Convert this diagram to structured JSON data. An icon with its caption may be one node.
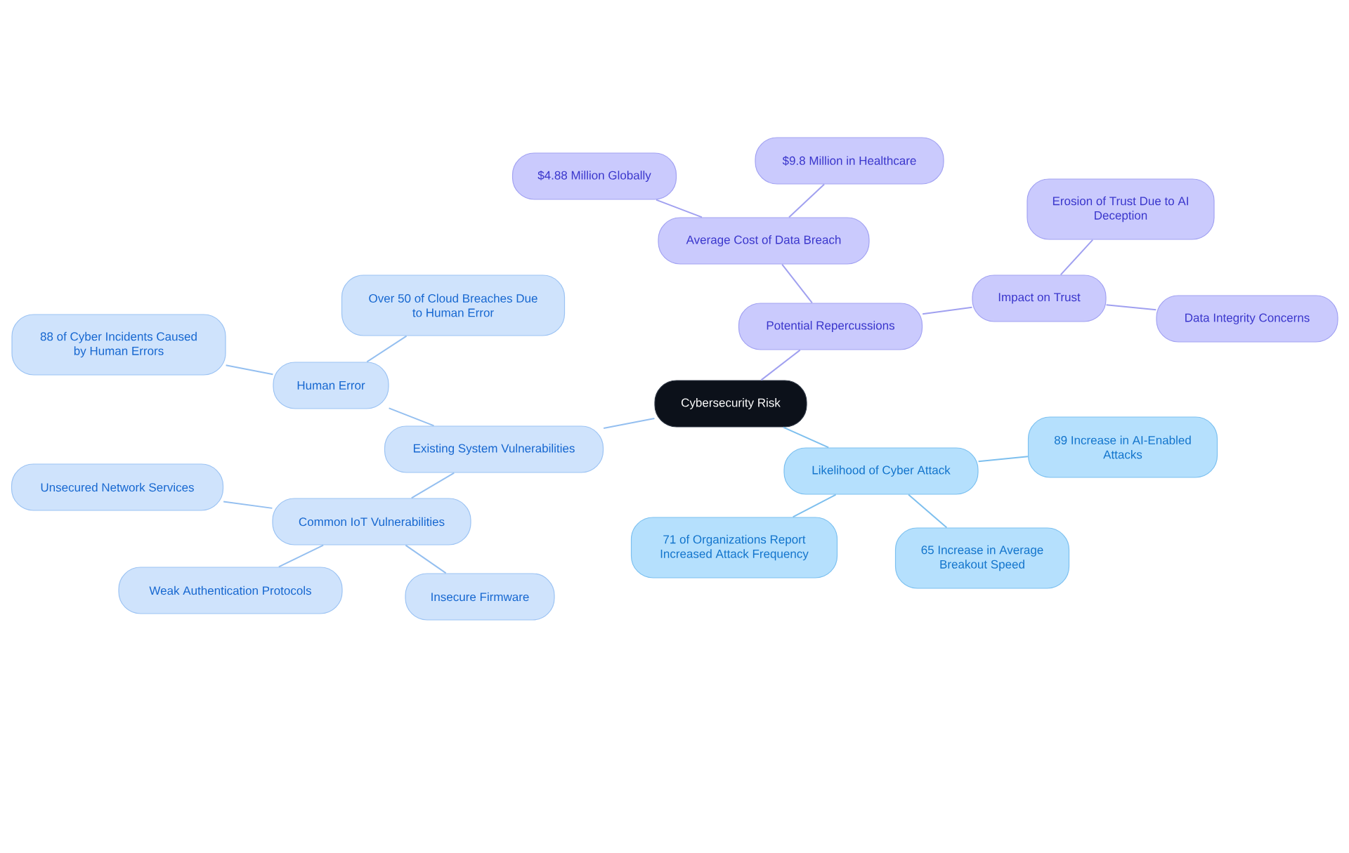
{
  "diagram": {
    "nodes": [
      {
        "text": [
          "Cybersecurity Risk"
        ]
      },
      {
        "text": [
          "Existing System Vulnerabilities"
        ]
      },
      {
        "text": [
          "Human Error"
        ]
      },
      {
        "text": [
          "Over 50 of Cloud Breaches Due to Human Error"
        ]
      },
      {
        "text": [
          "88 of Cyber Incidents Caused by Human Errors"
        ]
      },
      {
        "text": [
          "Common IoT Vulnerabilities"
        ]
      },
      {
        "text": [
          "Unsecured Network Services"
        ]
      },
      {
        "text": [
          "Weak Authentication Protocols"
        ]
      },
      {
        "text": [
          "Insecure Firmware"
        ]
      },
      {
        "text": [
          "Potential Repercussions"
        ]
      },
      {
        "text": [
          "Average Cost of Data Breach"
        ]
      },
      {
        "text": [
          "$4.88 Million Globally"
        ]
      },
      {
        "text": [
          "$9.8 Million in Healthcare"
        ]
      },
      {
        "text": [
          "Impact on Trust"
        ]
      },
      {
        "text": [
          "Erosion of Trust Due to AI Deception"
        ]
      },
      {
        "text": [
          "Data Integrity Concerns"
        ]
      },
      {
        "text": [
          "Likelihood of Cyber Attack"
        ]
      },
      {
        "text": [
          "89 Increase in AI-Enabled Attacks"
        ]
      },
      {
        "text": [
          "71 of Organizations Report Increased Attack Frequency"
        ]
      },
      {
        "text": [
          "65 Increase in Average Breakout Speed"
        ]
      }
    ],
    "edges": [
      {
        "from": 0,
        "to": 1,
        "arrow": "none"
      },
      {
        "from": 1,
        "to": 2,
        "arrow": "none"
      },
      {
        "from": 2,
        "to": 3,
        "arrow": "none"
      },
      {
        "from": 2,
        "to": 4,
        "arrow": "none"
      },
      {
        "from": 1,
        "to": 5,
        "arrow": "none"
      },
      {
        "from": 5,
        "to": 6,
        "arrow": "none"
      },
      {
        "from": 5,
        "to": 7,
        "arrow": "none"
      },
      {
        "from": 5,
        "to": 8,
        "arrow": "none"
      },
      {
        "from": 0,
        "to": 9,
        "arrow": "none",
        "color": "#a0a0f0"
      },
      {
        "from": 9,
        "to": 10,
        "arrow": "none",
        "color": "#a0a0f0"
      },
      {
        "from": 10,
        "to": 11,
        "arrow": "none",
        "color": "#a0a0f0"
      },
      {
        "from": 10,
        "to": 12,
        "arrow": "none",
        "color": "#a0a0f0"
      },
      {
        "from": 9,
        "to": 13,
        "arrow": "none",
        "color": "#a0a0f0"
      },
      {
        "from": 13,
        "to": 14,
        "arrow": "none",
        "color": "#a0a0f0"
      },
      {
        "from": 13,
        "to": 15,
        "arrow": "none",
        "color": "#a0a0f0"
      },
      {
        "from": 0,
        "to": 16,
        "arrow": "none",
        "color": "#7dbfee"
      },
      {
        "from": 16,
        "to": 17,
        "arrow": "none",
        "color": "#7dbfee"
      },
      {
        "from": 16,
        "to": 18,
        "arrow": "none",
        "color": "#7dbfee"
      },
      {
        "from": 16,
        "to": 19,
        "arrow": "none",
        "color": "#7dbfee"
      }
    ]
  }
}
